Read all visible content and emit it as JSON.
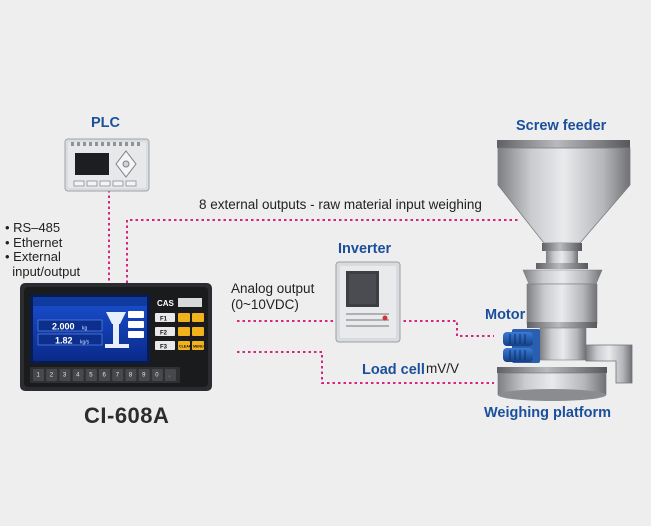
{
  "labels": {
    "plc": "PLC",
    "screw_feeder": "Screw feeder",
    "inverter": "Inverter",
    "motor": "Motor",
    "load_cell": "Load cell",
    "load_cell_unit": "mV/V",
    "weighing_platform": "Weighing platform",
    "external_outputs": "8 external outputs - raw material input weighing",
    "analog_output_line1": "Analog output",
    "analog_output_line2": "(0~10VDC)",
    "model": "CI-608A"
  },
  "interfaces": [
    "• RS–485",
    "• Ethernet",
    "• External",
    "  input/output"
  ],
  "device": {
    "brand": "CAS",
    "display_value_1": "2.000",
    "display_unit_1": "kg",
    "display_value_2": "1.82",
    "display_unit_2": "kg/s",
    "fn_keys": [
      "F1",
      "F2",
      "F3"
    ],
    "side_keys": [
      "CLEAR",
      "MENU"
    ],
    "numeric_keys": [
      "1",
      "2",
      "3",
      "4",
      "5",
      "6",
      "7",
      "8",
      "9",
      "0",
      "."
    ]
  },
  "colors": {
    "connector": "#d4267e",
    "title_blue": "#1b4f9c",
    "background": "#eeeeef"
  }
}
